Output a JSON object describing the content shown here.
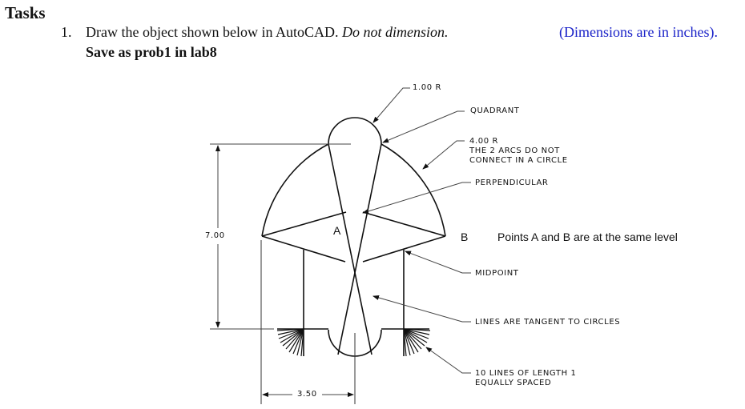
{
  "header": {
    "title": "Tasks",
    "item_number": "1.",
    "instruction_prefix": "Draw the object shown below in AutoCAD. ",
    "instruction_italic": "Do not dimension.",
    "save_instruction": "Save as prob1 in lab8",
    "units_note": "(Dimensions are in inches).",
    "units_note_color": "#1a22c8"
  },
  "drawing": {
    "callouts": {
      "radius_small": "1.00  R",
      "quadrant": "QUADRANT",
      "radius_large_line1": "4.00  R",
      "radius_large_line2": "THE  2  ARCS  DO  NOT",
      "radius_large_line3": "CONNECT  IN  A  CIRCLE",
      "perpendicular": "PERPENDICULAR",
      "midpoint": "MIDPOINT",
      "tangent": "LINES  ARE  TANGENT  TO  CIRCLES",
      "lines_line1": "10  LINES  OF  LENGTH  1",
      "lines_line2": "EQUALLY  SPACED"
    },
    "points": {
      "a_label": "A",
      "b_label": "B",
      "note": "Points A and B are at the same level"
    },
    "dimensions": {
      "height": "7.00",
      "width": "3.50"
    }
  }
}
